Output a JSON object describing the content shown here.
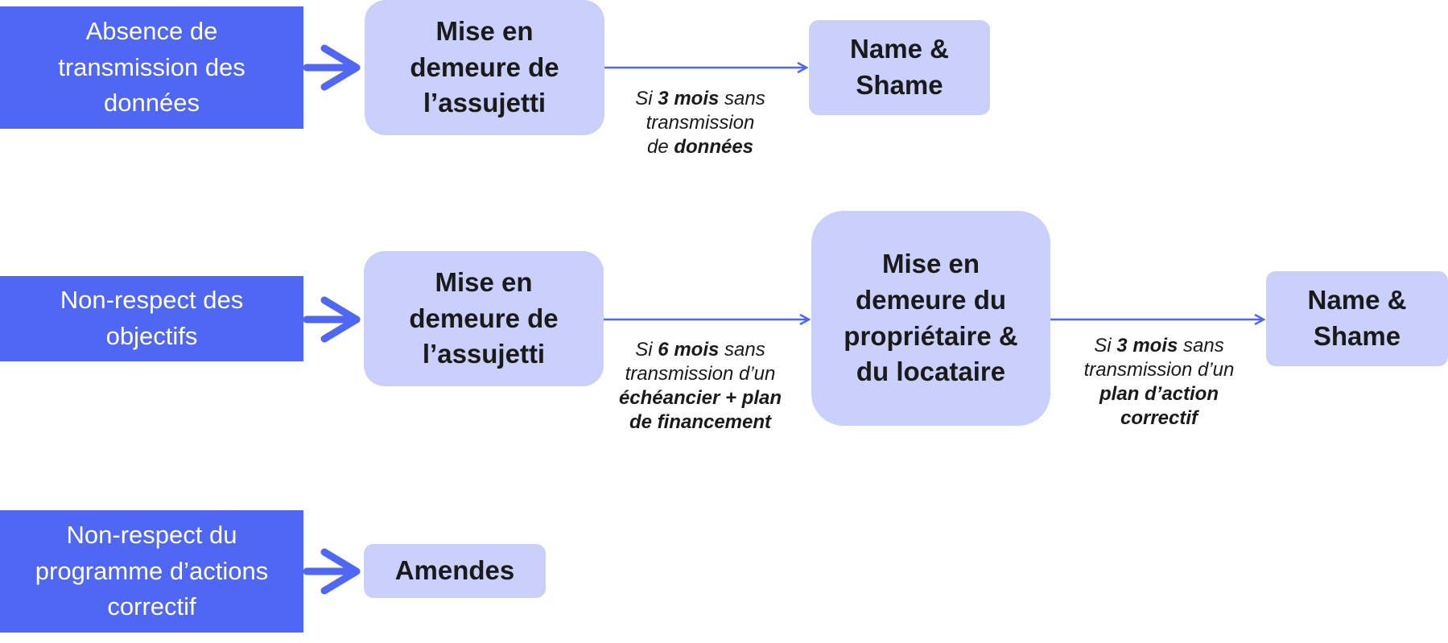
{
  "rows": [
    {
      "trigger": "Absence de\ntransmission des\ndonnées",
      "step1": "Mise en\ndemeure de\nl’assujetti",
      "note1": [
        "Si ",
        "3 mois",
        " sans\ntransmission\nde ",
        "données",
        ""
      ],
      "step2": "Name &\nShame"
    },
    {
      "trigger": "Non-respect des\nobjectifs",
      "step1": "Mise en\ndemeure de\nl’assujetti",
      "note1": [
        "Si ",
        "6 mois",
        " sans\ntransmission d’un\n",
        "échéancier + plan\nde financement",
        ""
      ],
      "step2": "Mise en\ndemeure du\npropriétaire &\ndu locataire",
      "note2": [
        "Si ",
        "3 mois",
        " sans\ntransmission d’un\n",
        "plan d’action\ncorrectif",
        ""
      ],
      "step3": "Name &\nShame"
    },
    {
      "trigger": "Non-respect du\nprogramme d’actions\ncorrectif",
      "step1": "Amendes"
    }
  ],
  "colors": {
    "trigger": "#4f67f2",
    "box": "#c9d0fb",
    "arrow": "#4f67f2"
  }
}
